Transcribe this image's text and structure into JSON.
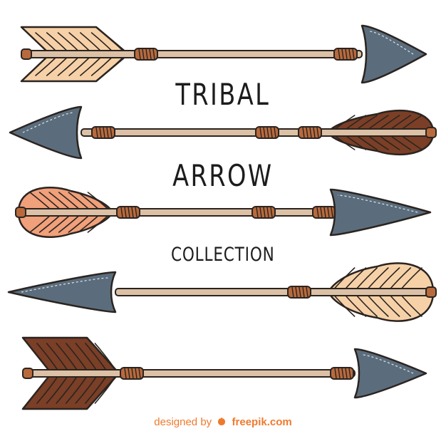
{
  "title": {
    "line1": "TRIBAL",
    "line2": "ARROW",
    "line3": "COLLECTION"
  },
  "credit": {
    "prefix": "designed by",
    "brand": "freepik.com"
  },
  "colors": {
    "outline": "#2b2420",
    "shaft": "#dcc1a6",
    "binding": "#b86a3d",
    "slate_head": "#5b6d7c",
    "feather_light": "#f6d1a8",
    "feather_salmon": "#f0a07a",
    "feather_dark": "#7a3f26",
    "accent": "#ef7a2e"
  },
  "arrows": [
    {
      "head_side": "right",
      "head_color": "slate_head",
      "fletching": "chevron",
      "fletching_color": "feather_light"
    },
    {
      "head_side": "left",
      "head_color": "slate_head",
      "fletching": "leaf",
      "fletching_color": "feather_dark"
    },
    {
      "head_side": "right",
      "head_color": "slate_head",
      "fletching": "leaf",
      "fletching_color": "feather_salmon"
    },
    {
      "head_side": "left",
      "head_color": "slate_head",
      "fletching": "leaf",
      "fletching_color": "feather_light"
    },
    {
      "head_side": "right",
      "head_color": "slate_head",
      "fletching": "chevron",
      "fletching_color": "feather_dark"
    }
  ]
}
